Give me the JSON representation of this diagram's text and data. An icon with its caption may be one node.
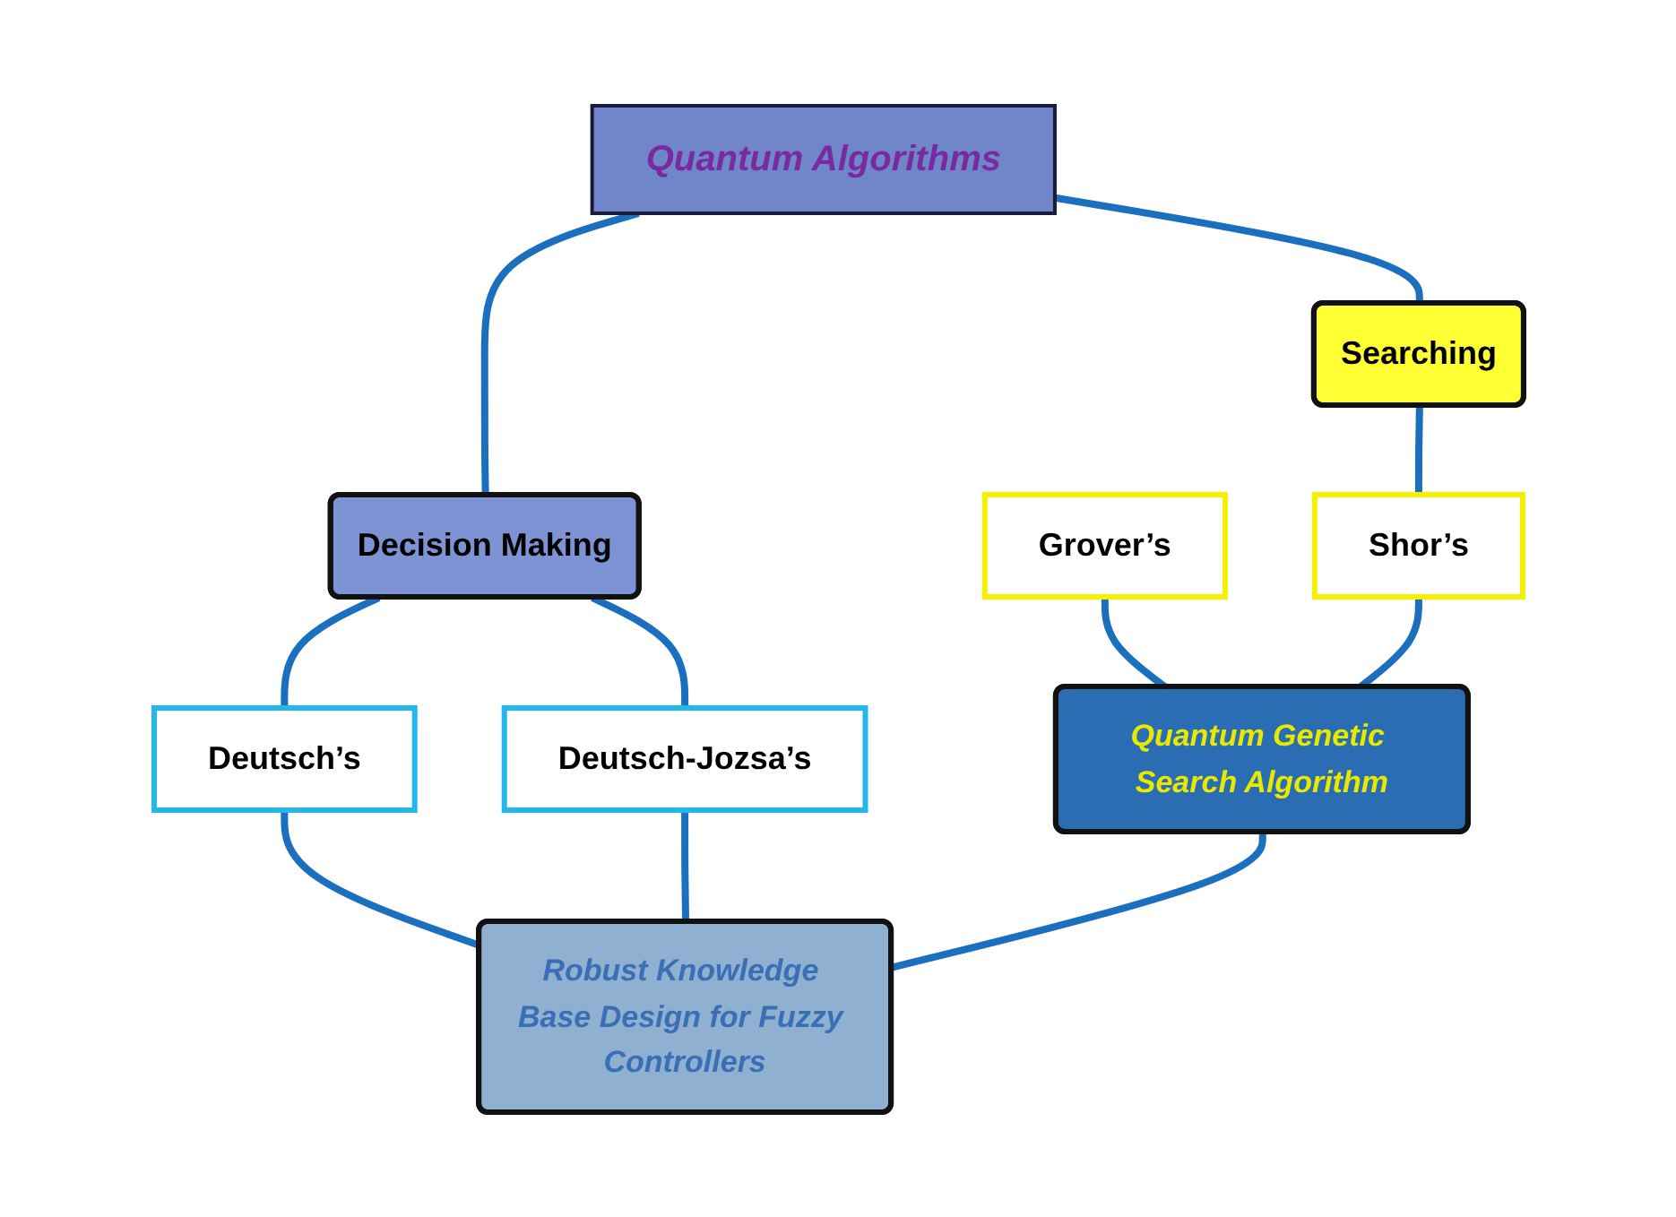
{
  "diagram": {
    "nodes": [
      {
        "text": [
          "Quantum Algorithms"
        ]
      },
      {
        "text": [
          "Decision Making"
        ]
      },
      {
        "text": [
          "Searching"
        ]
      },
      {
        "text": [
          "Deutsch’s"
        ]
      },
      {
        "text": [
          "Grover’s"
        ]
      },
      {
        "text": [
          "Shor’s"
        ]
      },
      {
        "text": [
          "Deutsch-Jozsa’s"
        ]
      },
      {
        "text": [
          "Quantum Genetic Search Algorithm"
        ]
      },
      {
        "text": [
          "Robust Knowledge Base Design for Fuzzy Controllers"
        ]
      }
    ],
    "edges": [
      {
        "from": 0,
        "to": 1,
        "arrow": "none"
      },
      {
        "from": 0,
        "to": 2,
        "arrow": "none"
      },
      {
        "from": 1,
        "to": 3,
        "arrow": "none"
      },
      {
        "from": 1,
        "to": 6,
        "arrow": "none"
      },
      {
        "from": 2,
        "to": 5,
        "arrow": "none"
      },
      {
        "from": 3,
        "to": 8,
        "arrow": "none"
      },
      {
        "from": 6,
        "to": 8,
        "arrow": "none"
      },
      {
        "from": 4,
        "to": 7,
        "arrow": "none"
      },
      {
        "from": 5,
        "to": 7,
        "arrow": "none"
      },
      {
        "from": 7,
        "to": 8,
        "arrow": "none"
      }
    ]
  }
}
